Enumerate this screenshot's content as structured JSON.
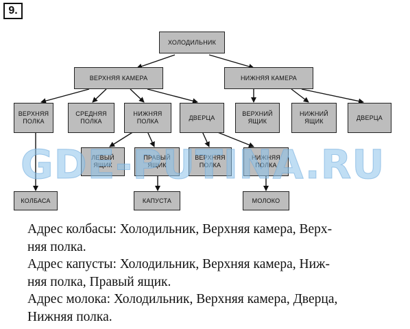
{
  "task_number": "9.",
  "tree": {
    "root": "Холодильник",
    "upper_chamber": "Верхняя камера",
    "lower_chamber": "Нижняя камера",
    "upper_shelf": "Верхняя\nполка",
    "middle_shelf": "Средняя\nполка",
    "lower_shelf": "Нижняя\nполка",
    "door_upper": "Дверца",
    "upper_drawer": "Верхний\nящик",
    "lower_drawer": "Нижний\nящик",
    "door_lower": "Дверца",
    "left_drawer": "Левый\nящик",
    "right_drawer": "Правый\nящик",
    "door_upper_shelf": "Верхняя\nполка",
    "door_lower_shelf": "Нижняя\nполка",
    "sausage": "Колбаса",
    "cabbage": "Капуста",
    "milk": "Молоко"
  },
  "answers": {
    "line1": "Адрес колбасы: Холодильник, Верхняя камера, Верх-",
    "line2": "няя полка.",
    "line3": "Адрес капусты: Холодильник, Верхняя камера, Ниж-",
    "line4": "няя полка, Правый ящик.",
    "line5": "Адрес молока: Холодильник, Верхняя камера, Дверца,",
    "line6": "Нижняя полка."
  },
  "watermark": "GDE-PUTINA.RU"
}
